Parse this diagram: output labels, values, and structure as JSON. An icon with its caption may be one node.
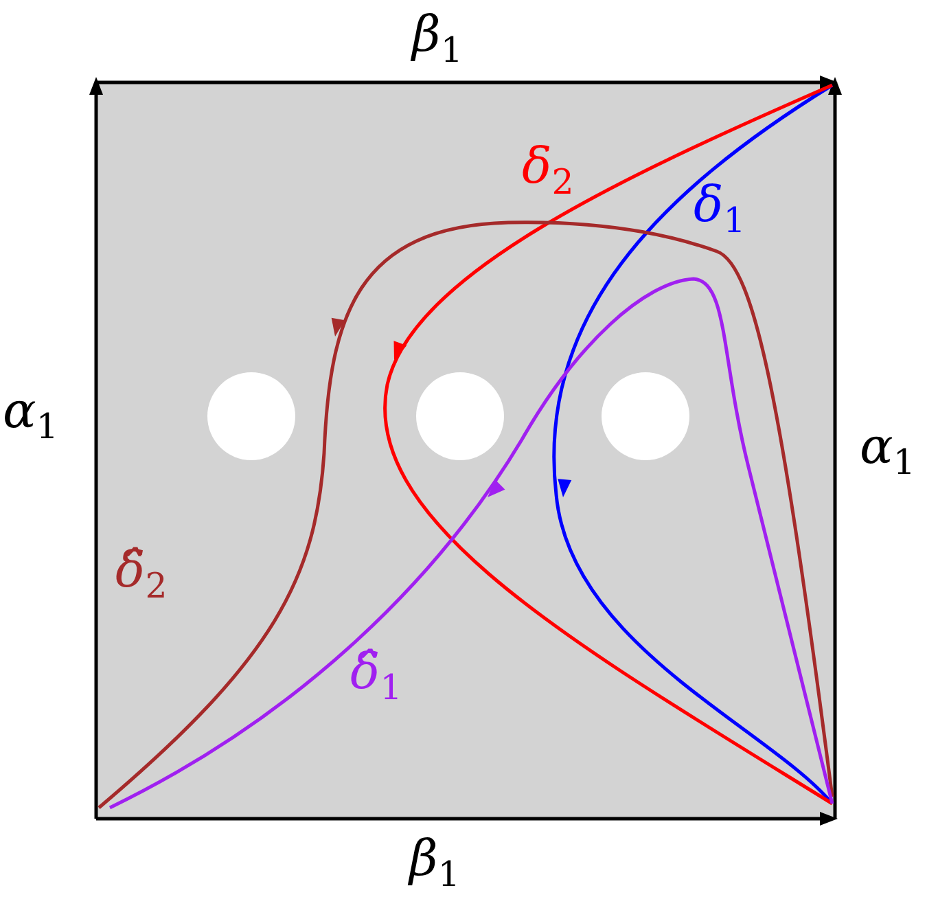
{
  "diagram": {
    "labels": [
      "β$_{1}$",
      "α$_{1}$",
      "δ$_{2}$",
      "δ$_{1}$",
      "α$_{1}$",
      "δ̂$_{2}$",
      "δ̂$_{1}$",
      "β$_{1}$"
    ]
  }
}
